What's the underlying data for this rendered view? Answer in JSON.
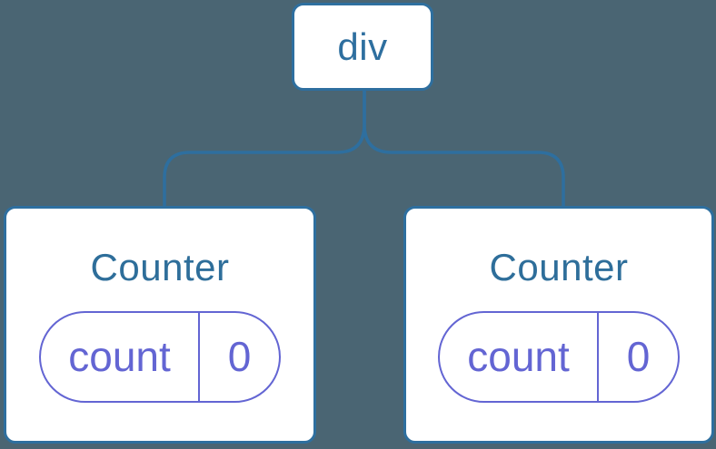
{
  "diagram": {
    "root": {
      "label": "div"
    },
    "children": [
      {
        "title": "Counter",
        "state": {
          "key": "count",
          "value": "0"
        }
      },
      {
        "title": "Counter",
        "state": {
          "key": "count",
          "value": "0"
        }
      }
    ]
  },
  "colors": {
    "background": "#4A6573",
    "tree_line": "#2E6F9F",
    "node_border": "#2E6F9F",
    "root_text": "#2E6F9F",
    "component_title_text": "#2E6E9A",
    "state_accent": "#6365D3",
    "node_background": "#FFFFFF"
  }
}
